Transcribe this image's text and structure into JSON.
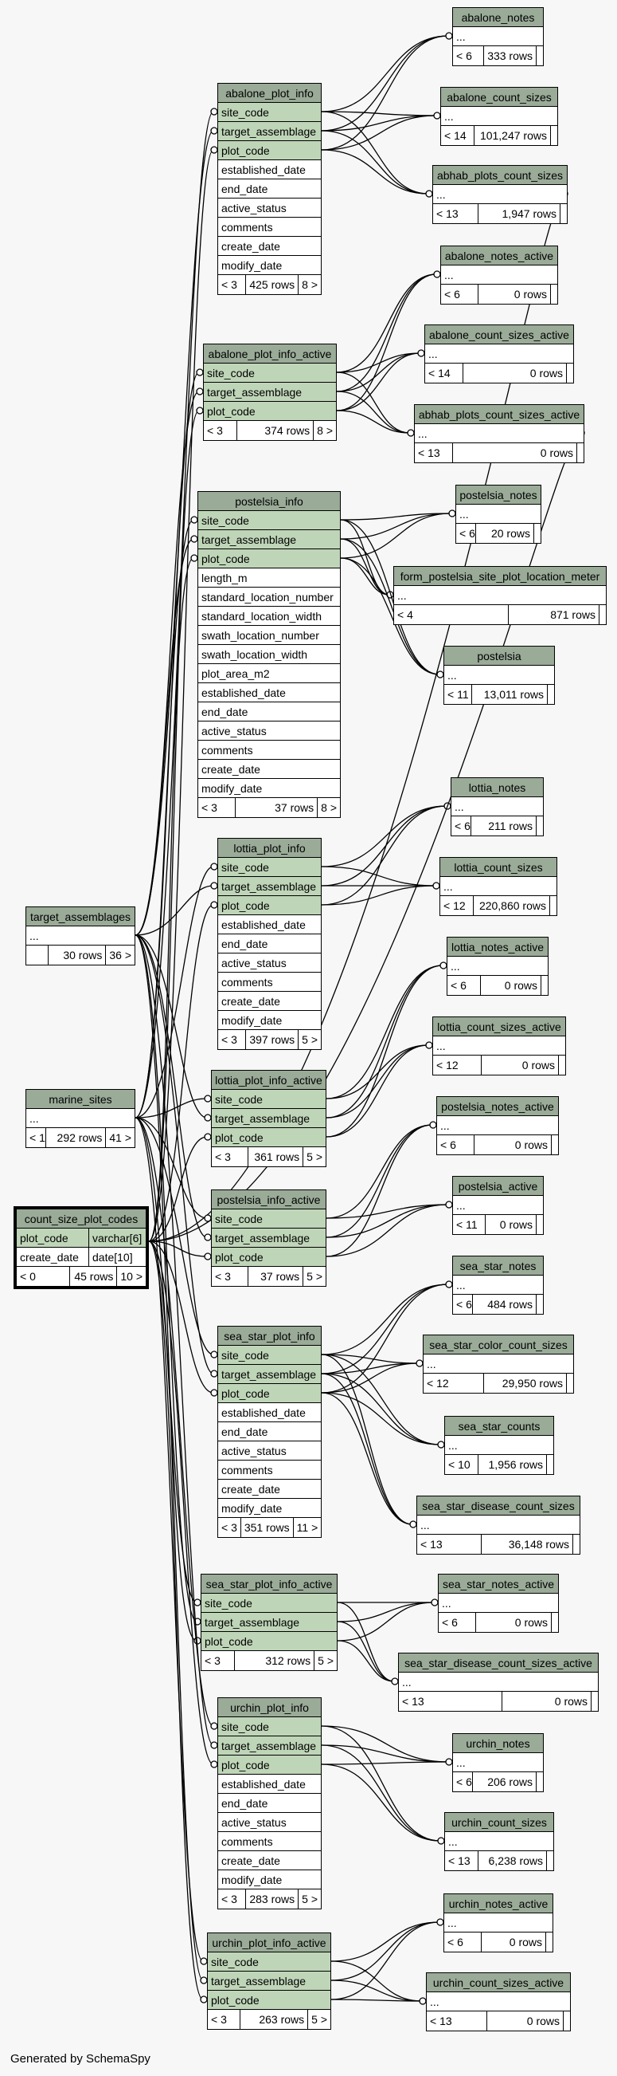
{
  "footer": "Generated by SchemaSpy",
  "colors": {
    "header": "#9aab98",
    "key_row": "#bfd5b8",
    "background": "#f7f7f7"
  },
  "tables": {
    "abalone_notes": {
      "name": "abalone_notes",
      "rows": [
        "..."
      ],
      "stats": [
        "< 6",
        "333 rows",
        ""
      ]
    },
    "abalone_count_sizes": {
      "name": "abalone_count_sizes",
      "rows": [
        "..."
      ],
      "stats": [
        "< 14",
        "101,247 rows",
        ""
      ]
    },
    "abhab_plots_count_sizes": {
      "name": "abhab_plots_count_sizes",
      "rows": [
        "..."
      ],
      "stats": [
        "< 13",
        "1,947 rows",
        ""
      ]
    },
    "abalone_plot_info": {
      "name": "abalone_plot_info",
      "key_rows": [
        "site_code",
        "target_assemblage",
        "plot_code"
      ],
      "rows": [
        "established_date",
        "end_date",
        "active_status",
        "comments",
        "create_date",
        "modify_date"
      ],
      "stats": [
        "< 3",
        "425 rows",
        "8 >"
      ]
    },
    "abalone_notes_active": {
      "name": "abalone_notes_active",
      "rows": [
        "..."
      ],
      "stats": [
        "< 6",
        "0 rows",
        ""
      ]
    },
    "abalone_count_sizes_active": {
      "name": "abalone_count_sizes_active",
      "rows": [
        "..."
      ],
      "stats": [
        "< 14",
        "0 rows",
        ""
      ]
    },
    "abhab_plots_count_sizes_active": {
      "name": "abhab_plots_count_sizes_active",
      "rows": [
        "..."
      ],
      "stats": [
        "< 13",
        "0 rows",
        ""
      ]
    },
    "abalone_plot_info_active": {
      "name": "abalone_plot_info_active",
      "key_rows": [
        "site_code",
        "target_assemblage",
        "plot_code"
      ],
      "rows": [],
      "stats": [
        "< 3",
        "374 rows",
        "8 >"
      ]
    },
    "postelsia_info": {
      "name": "postelsia_info",
      "key_rows": [
        "site_code",
        "target_assemblage",
        "plot_code"
      ],
      "rows": [
        "length_m",
        "standard_location_number",
        "standard_location_width",
        "swath_location_number",
        "swath_location_width",
        "plot_area_m2",
        "established_date",
        "end_date",
        "active_status",
        "comments",
        "create_date",
        "modify_date"
      ],
      "stats": [
        "< 3",
        "37 rows",
        "8 >"
      ]
    },
    "postelsia_notes": {
      "name": "postelsia_notes",
      "rows": [
        "..."
      ],
      "stats": [
        "< 6",
        "20 rows",
        ""
      ]
    },
    "form_postelsia_site_plot_location_meter": {
      "name": "form_postelsia_site_plot_location_meter",
      "rows": [
        "..."
      ],
      "stats": [
        "< 4",
        "871 rows",
        ""
      ]
    },
    "postelsia": {
      "name": "postelsia",
      "rows": [
        "..."
      ],
      "stats": [
        "< 11",
        "13,011 rows",
        ""
      ]
    },
    "lottia_notes": {
      "name": "lottia_notes",
      "rows": [
        "..."
      ],
      "stats": [
        "< 6",
        "211 rows",
        ""
      ]
    },
    "lottia_count_sizes": {
      "name": "lottia_count_sizes",
      "rows": [
        "..."
      ],
      "stats": [
        "< 12",
        "220,860 rows",
        ""
      ]
    },
    "lottia_plot_info": {
      "name": "lottia_plot_info",
      "key_rows": [
        "site_code",
        "target_assemblage",
        "plot_code"
      ],
      "rows": [
        "established_date",
        "end_date",
        "active_status",
        "comments",
        "create_date",
        "modify_date"
      ],
      "stats": [
        "< 3",
        "397 rows",
        "5 >"
      ]
    },
    "target_assemblages": {
      "name": "target_assemblages",
      "rows": [
        "..."
      ],
      "stats": [
        "",
        "30 rows",
        "36 >"
      ]
    },
    "lottia_notes_active": {
      "name": "lottia_notes_active",
      "rows": [
        "..."
      ],
      "stats": [
        "< 6",
        "0 rows",
        ""
      ]
    },
    "lottia_count_sizes_active": {
      "name": "lottia_count_sizes_active",
      "rows": [
        "..."
      ],
      "stats": [
        "< 12",
        "0 rows",
        ""
      ]
    },
    "marine_sites": {
      "name": "marine_sites",
      "rows": [
        "..."
      ],
      "stats": [
        "< 1",
        "292 rows",
        "41 >"
      ]
    },
    "lottia_plot_info_active": {
      "name": "lottia_plot_info_active",
      "key_rows": [
        "site_code",
        "target_assemblage",
        "plot_code"
      ],
      "rows": [],
      "stats": [
        "< 3",
        "361 rows",
        "5 >"
      ]
    },
    "postelsia_notes_active": {
      "name": "postelsia_notes_active",
      "rows": [
        "..."
      ],
      "stats": [
        "< 6",
        "0 rows",
        ""
      ]
    },
    "count_size_plot_codes": {
      "name": "count_size_plot_codes",
      "columns": [
        {
          "name": "plot_code",
          "type": "varchar[6]"
        },
        {
          "name": "create_date",
          "type": "date[10]"
        }
      ],
      "stats": [
        "< 0",
        "45 rows",
        "10 >"
      ]
    },
    "postelsia_active": {
      "name": "postelsia_active",
      "rows": [
        "..."
      ],
      "stats": [
        "< 11",
        "0 rows",
        ""
      ]
    },
    "postelsia_info_active": {
      "name": "postelsia_info_active",
      "key_rows": [
        "site_code",
        "target_assemblage",
        "plot_code"
      ],
      "rows": [],
      "stats": [
        "< 3",
        "37 rows",
        "5 >"
      ]
    },
    "sea_star_notes": {
      "name": "sea_star_notes",
      "rows": [
        "..."
      ],
      "stats": [
        "< 6",
        "484 rows",
        ""
      ]
    },
    "sea_star_plot_info": {
      "name": "sea_star_plot_info",
      "key_rows": [
        "site_code",
        "target_assemblage",
        "plot_code"
      ],
      "rows": [
        "established_date",
        "end_date",
        "active_status",
        "comments",
        "create_date",
        "modify_date"
      ],
      "stats": [
        "< 3",
        "351 rows",
        "11 >"
      ]
    },
    "sea_star_color_count_sizes": {
      "name": "sea_star_color_count_sizes",
      "rows": [
        "..."
      ],
      "stats": [
        "< 12",
        "29,950 rows",
        ""
      ]
    },
    "sea_star_counts": {
      "name": "sea_star_counts",
      "rows": [
        "..."
      ],
      "stats": [
        "< 10",
        "1,956 rows",
        ""
      ]
    },
    "sea_star_disease_count_sizes": {
      "name": "sea_star_disease_count_sizes",
      "rows": [
        "..."
      ],
      "stats": [
        "< 13",
        "36,148 rows",
        ""
      ]
    },
    "sea_star_plot_info_active": {
      "name": "sea_star_plot_info_active",
      "key_rows": [
        "site_code",
        "target_assemblage",
        "plot_code"
      ],
      "rows": [],
      "stats": [
        "< 3",
        "312 rows",
        "5 >"
      ]
    },
    "sea_star_notes_active": {
      "name": "sea_star_notes_active",
      "rows": [
        "..."
      ],
      "stats": [
        "< 6",
        "0 rows",
        ""
      ]
    },
    "sea_star_disease_count_sizes_active": {
      "name": "sea_star_disease_count_sizes_active",
      "rows": [
        "..."
      ],
      "stats": [
        "< 13",
        "0 rows",
        ""
      ]
    },
    "urchin_plot_info": {
      "name": "urchin_plot_info",
      "key_rows": [
        "site_code",
        "target_assemblage",
        "plot_code"
      ],
      "rows": [
        "established_date",
        "end_date",
        "active_status",
        "comments",
        "create_date",
        "modify_date"
      ],
      "stats": [
        "< 3",
        "283 rows",
        "5 >"
      ]
    },
    "urchin_notes": {
      "name": "urchin_notes",
      "rows": [
        "..."
      ],
      "stats": [
        "< 6",
        "206 rows",
        ""
      ]
    },
    "urchin_count_sizes": {
      "name": "urchin_count_sizes",
      "rows": [
        "..."
      ],
      "stats": [
        "< 13",
        "6,238 rows",
        ""
      ]
    },
    "urchin_notes_active": {
      "name": "urchin_notes_active",
      "rows": [
        "..."
      ],
      "stats": [
        "< 6",
        "0 rows",
        ""
      ]
    },
    "urchin_plot_info_active": {
      "name": "urchin_plot_info_active",
      "key_rows": [
        "site_code",
        "target_assemblage",
        "plot_code"
      ],
      "rows": [],
      "stats": [
        "< 3",
        "263 rows",
        "5 >"
      ]
    },
    "urchin_count_sizes_active": {
      "name": "urchin_count_sizes_active",
      "rows": [
        "..."
      ],
      "stats": [
        "< 13",
        "0 rows",
        ""
      ]
    }
  },
  "relationships": [
    [
      "abalone_notes",
      "abalone_plot_info"
    ],
    [
      "abalone_count_sizes",
      "abalone_plot_info"
    ],
    [
      "abhab_plots_count_sizes",
      "abalone_plot_info"
    ],
    [
      "abalone_notes_active",
      "abalone_plot_info_active"
    ],
    [
      "abalone_count_sizes_active",
      "abalone_plot_info_active"
    ],
    [
      "abhab_plots_count_sizes_active",
      "abalone_plot_info_active"
    ],
    [
      "postelsia_notes",
      "postelsia_info"
    ],
    [
      "form_postelsia_site_plot_location_meter",
      "postelsia_info"
    ],
    [
      "postelsia",
      "postelsia_info"
    ],
    [
      "lottia_notes",
      "lottia_plot_info"
    ],
    [
      "lottia_count_sizes",
      "lottia_plot_info"
    ],
    [
      "lottia_notes_active",
      "lottia_plot_info_active"
    ],
    [
      "lottia_count_sizes_active",
      "lottia_plot_info_active"
    ],
    [
      "postelsia_notes_active",
      "postelsia_info_active"
    ],
    [
      "postelsia_active",
      "postelsia_info_active"
    ],
    [
      "sea_star_notes",
      "sea_star_plot_info"
    ],
    [
      "sea_star_color_count_sizes",
      "sea_star_plot_info"
    ],
    [
      "sea_star_counts",
      "sea_star_plot_info"
    ],
    [
      "sea_star_disease_count_sizes",
      "sea_star_plot_info"
    ],
    [
      "sea_star_notes_active",
      "sea_star_plot_info_active"
    ],
    [
      "sea_star_disease_count_sizes_active",
      "sea_star_plot_info_active"
    ],
    [
      "urchin_notes",
      "urchin_plot_info"
    ],
    [
      "urchin_count_sizes",
      "urchin_plot_info"
    ],
    [
      "urchin_notes_active",
      "urchin_plot_info_active"
    ],
    [
      "urchin_count_sizes_active",
      "urchin_plot_info_active"
    ],
    [
      "abhab_plots_count_sizes",
      "count_size_plot_codes"
    ],
    [
      "abhab_plots_count_sizes_active",
      "count_size_plot_codes"
    ],
    [
      "abalone_plot_info",
      "target_assemblages"
    ],
    [
      "abalone_plot_info",
      "marine_sites"
    ],
    [
      "abalone_plot_info",
      "count_size_plot_codes"
    ],
    [
      "abalone_plot_info_active",
      "target_assemblages"
    ],
    [
      "abalone_plot_info_active",
      "marine_sites"
    ],
    [
      "abalone_plot_info_active",
      "count_size_plot_codes"
    ],
    [
      "postelsia_info",
      "target_assemblages"
    ],
    [
      "postelsia_info",
      "marine_sites"
    ],
    [
      "postelsia_info",
      "count_size_plot_codes"
    ],
    [
      "lottia_plot_info",
      "target_assemblages"
    ],
    [
      "lottia_plot_info",
      "marine_sites"
    ],
    [
      "lottia_plot_info",
      "count_size_plot_codes"
    ],
    [
      "lottia_plot_info_active",
      "target_assemblages"
    ],
    [
      "lottia_plot_info_active",
      "marine_sites"
    ],
    [
      "lottia_plot_info_active",
      "count_size_plot_codes"
    ],
    [
      "postelsia_info_active",
      "target_assemblages"
    ],
    [
      "postelsia_info_active",
      "marine_sites"
    ],
    [
      "postelsia_info_active",
      "count_size_plot_codes"
    ],
    [
      "sea_star_plot_info",
      "target_assemblages"
    ],
    [
      "sea_star_plot_info",
      "marine_sites"
    ],
    [
      "sea_star_plot_info",
      "count_size_plot_codes"
    ],
    [
      "sea_star_plot_info_active",
      "target_assemblages"
    ],
    [
      "sea_star_plot_info_active",
      "marine_sites"
    ],
    [
      "sea_star_plot_info_active",
      "count_size_plot_codes"
    ],
    [
      "urchin_plot_info",
      "target_assemblages"
    ],
    [
      "urchin_plot_info",
      "marine_sites"
    ],
    [
      "urchin_plot_info",
      "count_size_plot_codes"
    ],
    [
      "urchin_plot_info_active",
      "target_assemblages"
    ],
    [
      "urchin_plot_info_active",
      "marine_sites"
    ],
    [
      "urchin_plot_info_active",
      "count_size_plot_codes"
    ]
  ]
}
